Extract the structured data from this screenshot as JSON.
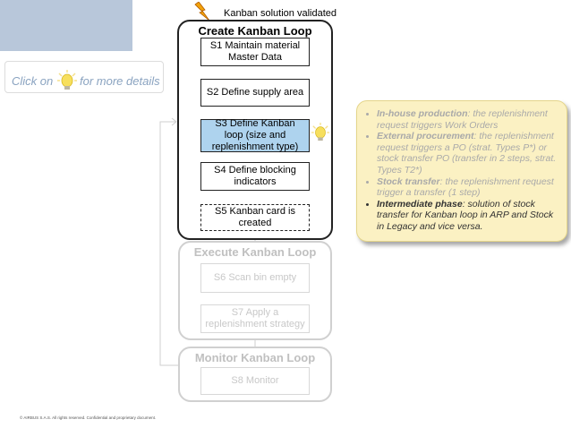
{
  "header": {
    "validated_label": "Kanban solution validated"
  },
  "hint": {
    "prefix": "Click on",
    "suffix": "for more details"
  },
  "phases": {
    "create": {
      "title": "Create Kanban Loop"
    },
    "execute": {
      "title": "Execute Kanban Loop"
    },
    "monitor": {
      "title": "Monitor Kanban Loop"
    }
  },
  "steps": {
    "s1": "S1 Maintain material Master Data",
    "s2": "S2 Define supply area",
    "s3": "S3 Define Kanban loop (size and replenishment type)",
    "s4": "S4 Define blocking indicators",
    "s5": "S5 Kanban card is created",
    "s6": "S6 Scan bin empty",
    "s7": "S7 Apply a replenishment strategy",
    "s8": "S8 Monitor"
  },
  "callout": {
    "items": [
      {
        "title": "In-house production",
        "text": ": the replenishment request triggers Work Orders"
      },
      {
        "title": "External procurement",
        "text": ": the replenishment request triggers a PO (strat. Types P*) or stock transfer PO (transfer in 2 steps, strat. Types T2*)"
      },
      {
        "title": "Stock transfer",
        "text": ": the replenishment request trigger a transfer (1 step)"
      },
      {
        "title": "Intermediate phase",
        "text": ": solution of stock transfer for Kanban loop in ARP and Stock in Legacy and vice versa."
      }
    ]
  },
  "footer": {
    "text": "© AIRBUS S.A.S. All rights reserved. Confidential and proprietary document."
  },
  "colors": {
    "active_step": "#aed3ee",
    "callout_bg": "#fbf1c3",
    "header_block": "#b8c7da"
  }
}
